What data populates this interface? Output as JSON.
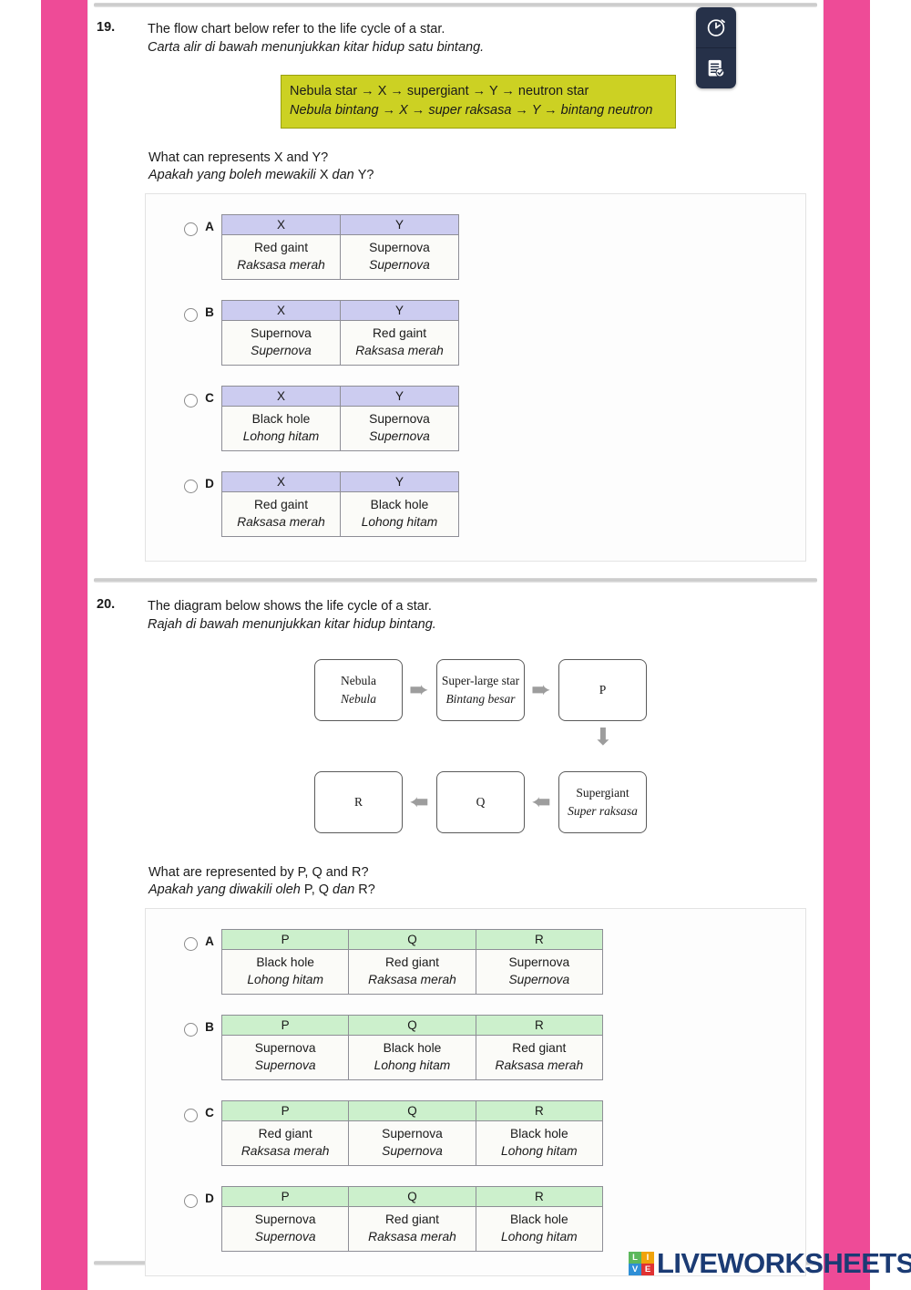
{
  "toolbar": {
    "timer_button": "timer-icon",
    "submit_button": "submit-checklist-icon"
  },
  "questions": [
    {
      "number": "19.",
      "stem_en": "The flow chart below refer to the life cycle of a star.",
      "stem_ms": "Carta alir di bawah menunjukkan kitar hidup satu bintang.",
      "flow_box": {
        "line_en": "Nebula star → X → supergiant → Y → neutron star",
        "line_ms": "Nebula bintang →  X → super raksasa → Y → bintang neutron",
        "color": "#ccd123"
      },
      "prompt_en": "What can represents X and Y?",
      "prompt_ms_a": "Apakah yang boleh mewakili ",
      "prompt_ms_x": "X",
      "prompt_ms_b": " dan ",
      "prompt_ms_y": "Y?",
      "header_color": "#ccccf0",
      "columns": [
        "X",
        "Y"
      ],
      "options": [
        {
          "letter": "A",
          "cells": [
            {
              "en": "Red gaint",
              "ms": "Raksasa merah"
            },
            {
              "en": "Supernova",
              "ms": "Supernova"
            }
          ]
        },
        {
          "letter": "B",
          "cells": [
            {
              "en": "Supernova",
              "ms": "Supernova"
            },
            {
              "en": "Red gaint",
              "ms": "Raksasa merah"
            }
          ]
        },
        {
          "letter": "C",
          "cells": [
            {
              "en": "Black hole",
              "ms": "Lohong hitam"
            },
            {
              "en": "Supernova",
              "ms": "Supernova"
            }
          ]
        },
        {
          "letter": "D",
          "cells": [
            {
              "en": "Red gaint",
              "ms": "Raksasa merah"
            },
            {
              "en": "Black hole",
              "ms": "Lohong hitam"
            }
          ]
        }
      ]
    },
    {
      "number": "20.",
      "stem_en": "The diagram below shows the life cycle of a star.",
      "stem_ms": "Rajah di bawah menunjukkan kitar hidup bintang.",
      "diagram": {
        "boxes": [
          {
            "id": "nebula",
            "en": "Nebula",
            "ms": "Nebula"
          },
          {
            "id": "superlarge",
            "en": "Super-large star",
            "ms": "Bintang besar"
          },
          {
            "id": "p",
            "en": "P",
            "ms": ""
          },
          {
            "id": "supergiant",
            "en": "Supergiant",
            "ms": "Super raksasa"
          },
          {
            "id": "q",
            "en": "Q",
            "ms": ""
          },
          {
            "id": "r",
            "en": "R",
            "ms": ""
          }
        ]
      },
      "prompt_en": "What are represented by P, Q and R?",
      "prompt_ms_a": "Apakah yang diwakili oleh ",
      "prompt_ms_x": "P, Q",
      "prompt_ms_b": " dan ",
      "prompt_ms_y": "R?",
      "header_color": "#ccf0cc",
      "columns": [
        "P",
        "Q",
        "R"
      ],
      "options": [
        {
          "letter": "A",
          "cells": [
            {
              "en": "Black hole",
              "ms": "Lohong hitam"
            },
            {
              "en": "Red giant",
              "ms": "Raksasa merah"
            },
            {
              "en": "Supernova",
              "ms": "Supernova"
            }
          ]
        },
        {
          "letter": "B",
          "cells": [
            {
              "en": "Supernova",
              "ms": "Supernova"
            },
            {
              "en": "Black hole",
              "ms": "Lohong hitam"
            },
            {
              "en": "Red giant",
              "ms": "Raksasa merah"
            }
          ]
        },
        {
          "letter": "C",
          "cells": [
            {
              "en": "Red giant",
              "ms": "Raksasa merah"
            },
            {
              "en": "Supernova",
              "ms": "Supernova"
            },
            {
              "en": "Black hole",
              "ms": "Lohong hitam"
            }
          ]
        },
        {
          "letter": "D",
          "cells": [
            {
              "en": "Supernova",
              "ms": "Supernova"
            },
            {
              "en": "Red giant",
              "ms": "Raksasa merah"
            },
            {
              "en": "Black hole",
              "ms": "Lohong hitam"
            }
          ]
        }
      ]
    }
  ],
  "footer": {
    "logo_letters": [
      "L",
      "I",
      "V",
      "E"
    ],
    "logo_colors": [
      "#5cb85c",
      "#f0a30a",
      "#2f8fd6",
      "#e03232"
    ],
    "logo_word": "LIVEWORKSHEETS",
    "logo_word_color": "#1b3b74"
  },
  "theme": {
    "side_bar_color": "#ee4b97",
    "page_background": "#ffffff"
  }
}
